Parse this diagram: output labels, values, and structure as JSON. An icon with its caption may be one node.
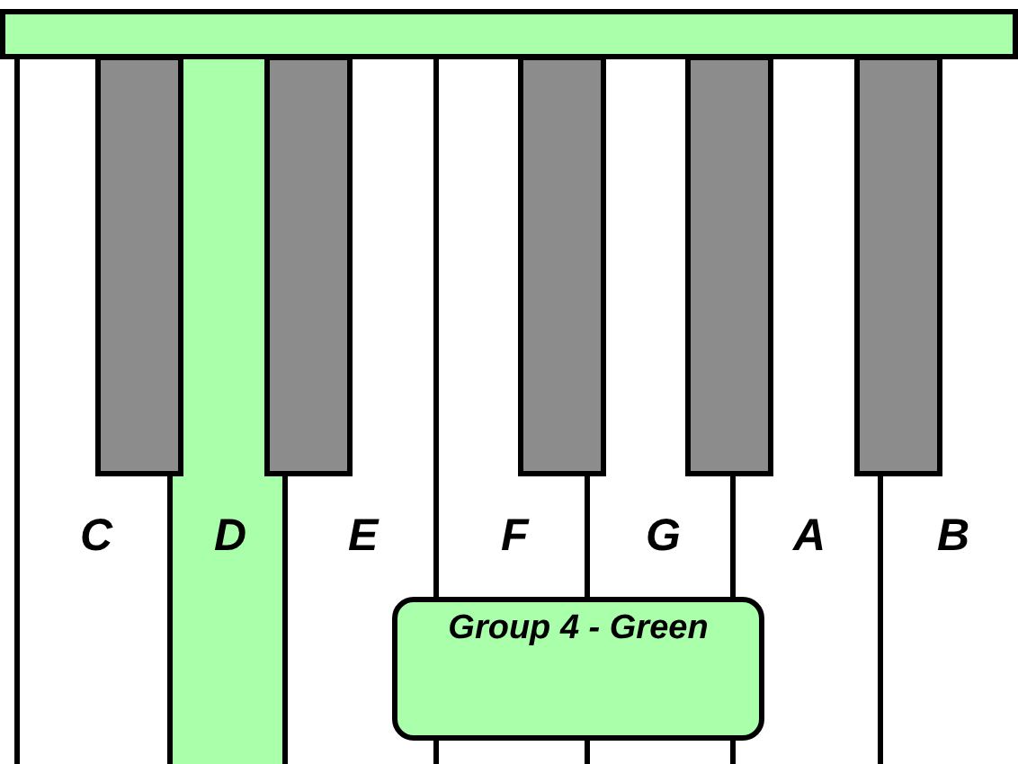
{
  "diagram": {
    "nodes": [
      {
        "text": [
          "C"
        ]
      },
      {
        "text": [
          "D"
        ]
      },
      {
        "text": [
          "E"
        ]
      },
      {
        "text": [
          "F"
        ]
      },
      {
        "text": [
          "G"
        ]
      },
      {
        "text": [
          "A"
        ]
      },
      {
        "text": [
          "B"
        ]
      },
      {
        "text": [
          "Group 4 - Green"
        ]
      }
    ],
    "edges": []
  }
}
